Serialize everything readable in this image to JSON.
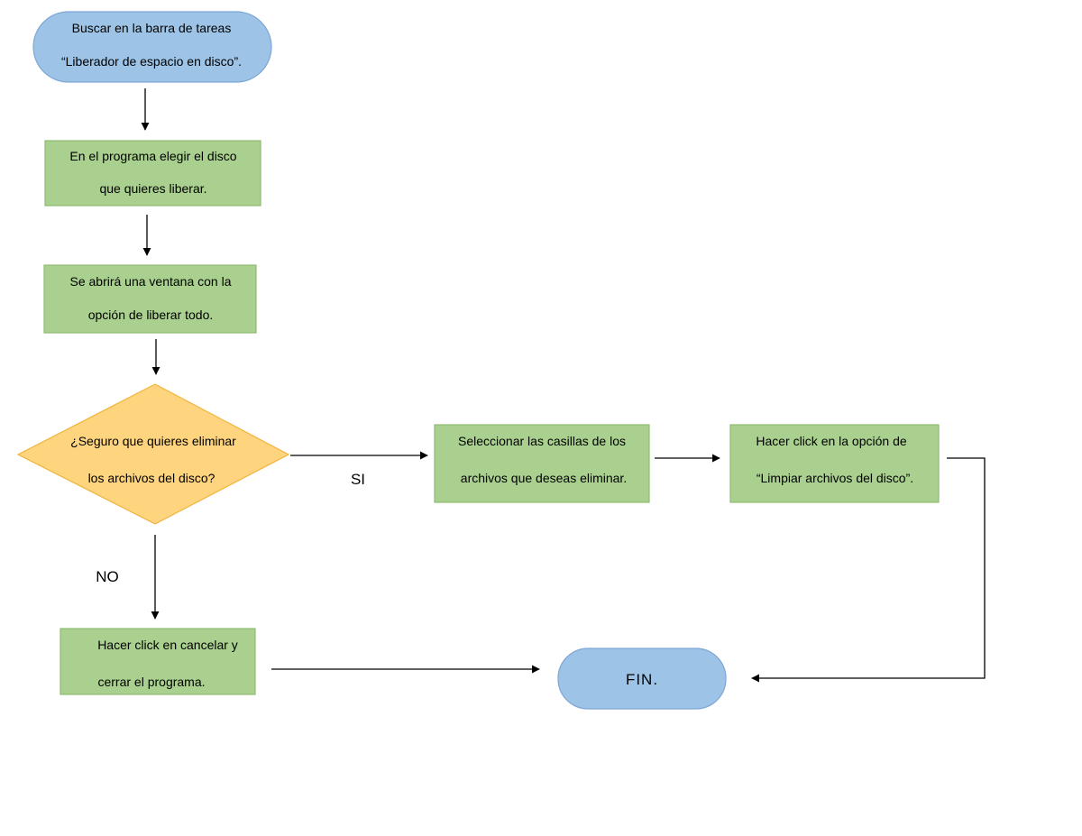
{
  "colors": {
    "terminator_fill": "#9dc3e6",
    "terminator_stroke": "#7ea6d6",
    "process_fill": "#a9d08e",
    "process_stroke": "#8fbd72",
    "decision_fill": "#ffd47f",
    "decision_stroke": "#f2b33d",
    "line": "#000000"
  },
  "nodes": {
    "start": {
      "line1": "Buscar en la barra de tareas",
      "line2": "“Liberador de espacio en disco”."
    },
    "step_choose_disk": {
      "line1": "En el programa elegir el disco",
      "line2": "que quieres liberar."
    },
    "step_window": {
      "line1": "Se abrirá una ventana con la",
      "line2": "opción de liberar todo."
    },
    "decision": {
      "line1": "¿Seguro que quieres eliminar",
      "line2": "los archivos del disco?"
    },
    "step_select": {
      "line1": "Seleccionar las casillas de los",
      "line2": "archivos que deseas eliminar."
    },
    "step_clean": {
      "line1": "Hacer click en la opción de",
      "line2": "“Limpiar archivos del disco”."
    },
    "step_cancel": {
      "line1": "Hacer click en cancelar y",
      "line2": "cerrar el programa."
    },
    "end": {
      "label": "FIN."
    }
  },
  "edge_labels": {
    "yes": "SI",
    "no": "NO"
  }
}
